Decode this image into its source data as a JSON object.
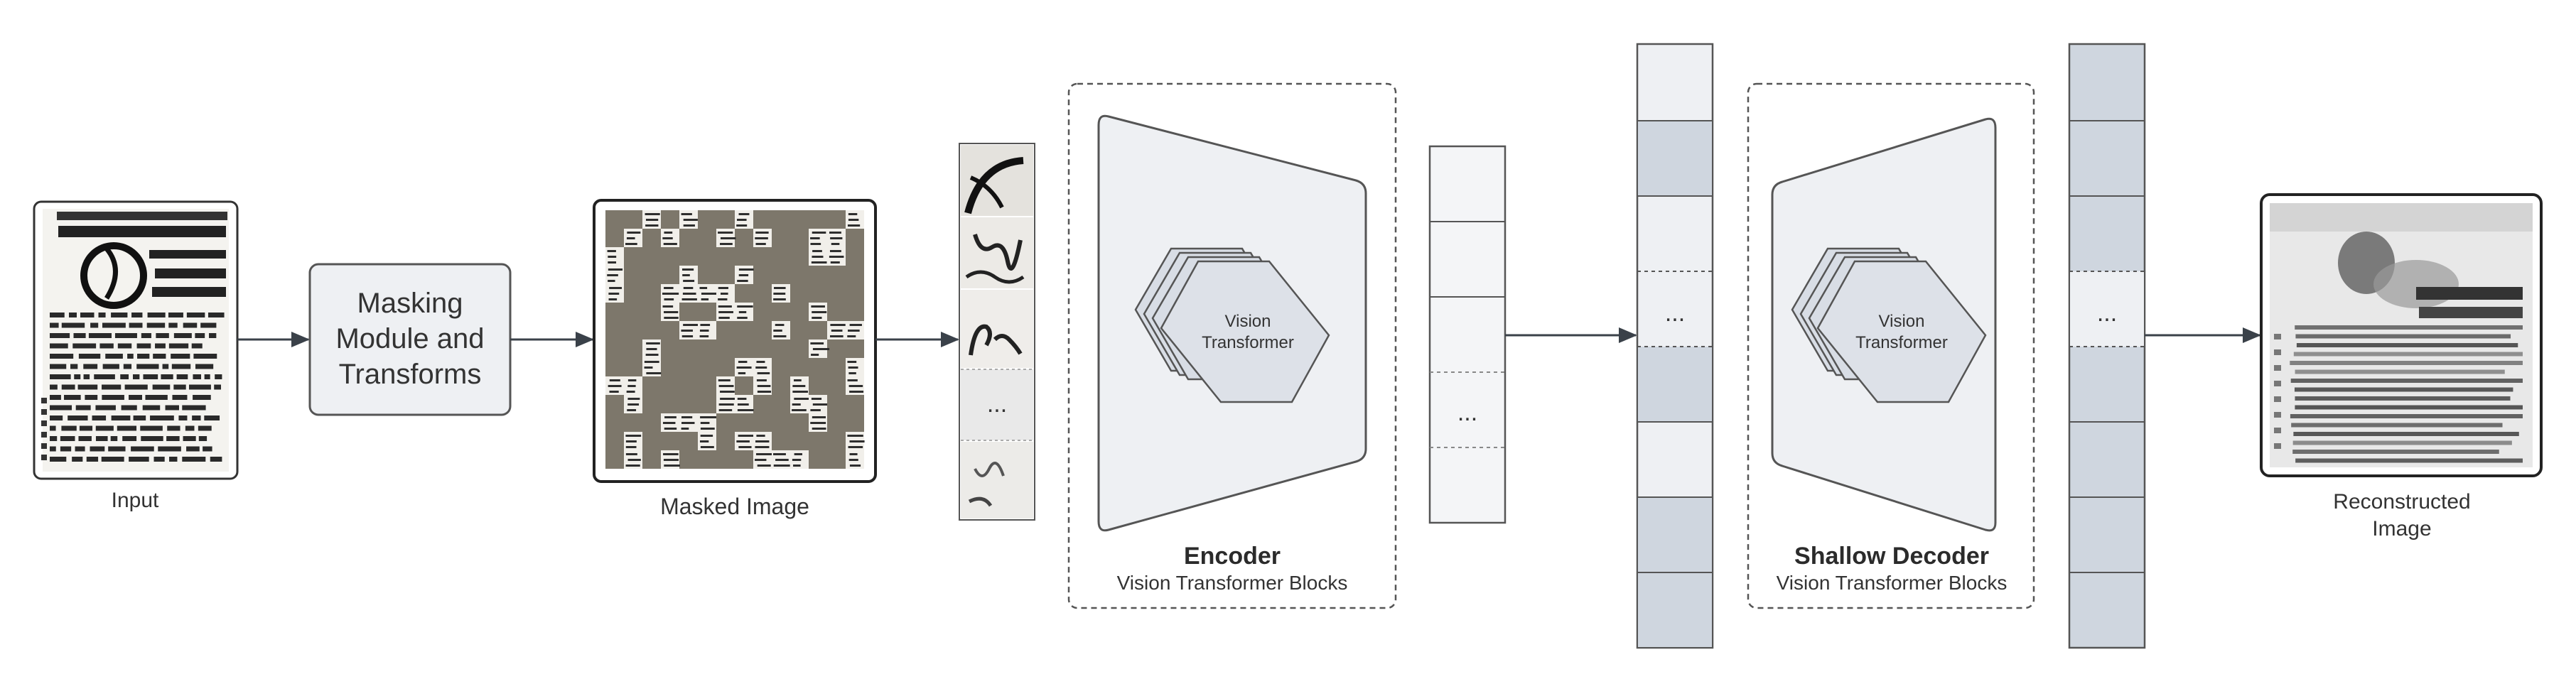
{
  "diagram": {
    "input_label": "Input",
    "masking_module_lines": [
      "Masking",
      "Module and",
      "Transforms"
    ],
    "masked_image_label": "Masked Image",
    "patch_ellipsis": "...",
    "encoder": {
      "title": "Encoder",
      "subtitle": "Vision Transformer Blocks",
      "block_lines": [
        "Vision",
        "Transformer"
      ]
    },
    "latent_ellipsis": "...",
    "token_ellipsis": "...",
    "decoder": {
      "title": "Shallow Decoder",
      "subtitle": "Vision Transformer Blocks",
      "block_lines": [
        "Vision",
        "Transformer"
      ]
    },
    "output_ellipsis": "...",
    "reconstructed_label_lines": [
      "Reconstructed",
      "Image"
    ],
    "colors": {
      "stroke": "#555555",
      "box_fill": "#eef0f3",
      "token_filled": "#cfd6df",
      "token_empty": "#eef0f3",
      "mask_fill": "#7d776b",
      "arrow": "#3a4149"
    }
  }
}
